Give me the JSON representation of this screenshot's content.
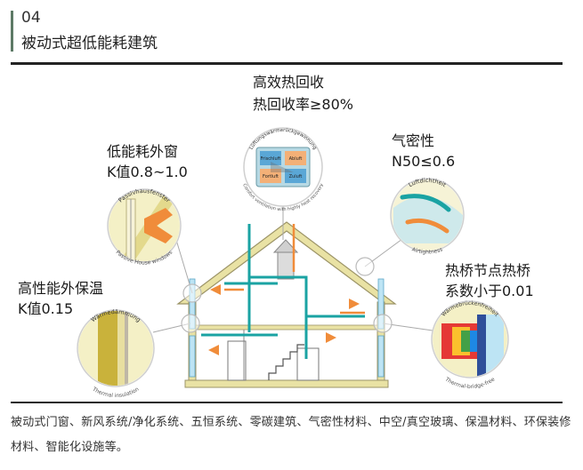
{
  "header": {
    "number": "04",
    "title": "被动式超低能耗建筑"
  },
  "labels": {
    "heat_recovery": {
      "title": "高效热回收",
      "value": "热回收率≥80%"
    },
    "windows": {
      "title": "低能耗外窗",
      "value": "K值0.8~1.0"
    },
    "airtight": {
      "title": "气密性",
      "value": "N50≤0.6"
    },
    "insulation": {
      "title": "高性能外保温",
      "value": "K值0.15"
    },
    "thermal_bridge": {
      "title": "热桥节点热桥",
      "value": "系数小于0.01"
    }
  },
  "badges": {
    "heat_recovery": {
      "arc": "Lüftungswärmerückgewinnung",
      "bottom": "Comfort ventilation with highly heat recovery",
      "cells": [
        "Frischluft",
        "Abluft",
        "Fortluft",
        "Zuluft"
      ]
    },
    "windows": {
      "arc": "Passivhausfenster",
      "bottom": "Passive House windows"
    },
    "airtight": {
      "arc": "Luftdichtheit",
      "bottom": "Airtightness"
    },
    "insulation": {
      "arc": "Wärmedämmung",
      "bottom": "Thermal insulation"
    },
    "thermal_bridge": {
      "arc": "Wärmebrückenfreiheit",
      "bottom": "Thermal-bridge-free"
    }
  },
  "caption": "被动式门窗、新风系统/净化系统、五恒系统、零碳建筑、气密性材料、中空/真空玻璃、保温材料、环保装修材料、智能化设施等。",
  "colors": {
    "accent": "#5d7a66",
    "wall": "#e9e2a4",
    "duct": "#1aa3a3",
    "arrow": "#f08c3a",
    "glass": "#bde4f4"
  }
}
